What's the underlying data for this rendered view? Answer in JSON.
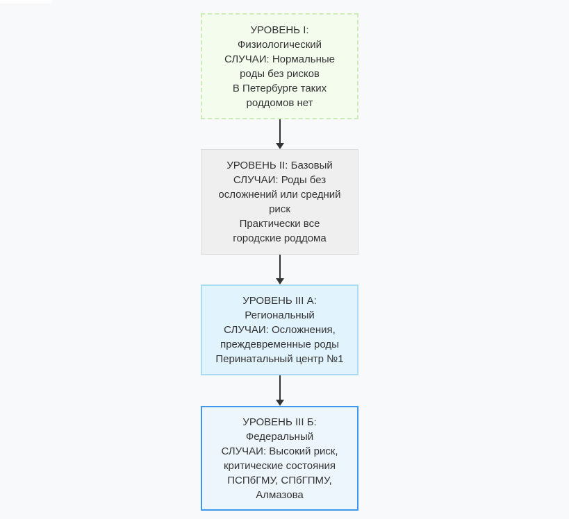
{
  "page": {
    "background_color": "#f8f9fb"
  },
  "diagram": {
    "type": "flowchart",
    "direction": "top-down",
    "text_color": "#333333",
    "arrow_color": "#333333",
    "nodes": [
      {
        "id": "level-1",
        "text": "УРОВЕНЬ I:\nФизиологический\nСЛУЧАИ: Нормальные\nроды без рисков\nВ Петербурге таких\nроддомов нет",
        "fill": "#f4fcee",
        "border_color": "#cdeab9",
        "border_style": "dashed",
        "border_width": "2px"
      },
      {
        "id": "level-2",
        "text": "УРОВЕНЬ II: Базовый\nСЛУЧАИ: Роды без\nосложнений или средний\nриск\nПрактически все\nгородские роддома",
        "fill": "#efefef",
        "border_color": "#dcdcdc",
        "border_style": "solid",
        "border_width": "1px"
      },
      {
        "id": "level-3a",
        "text": "УРОВЕНЬ III А:\nРегиональный\nСЛУЧАИ: Осложнения,\nпреждевременные роды\nПеринатальный центр №1",
        "fill": "#e1f3fc",
        "border_color": "#aadbf0",
        "border_style": "solid",
        "border_width": "2px"
      },
      {
        "id": "level-3b",
        "text": "УРОВЕНЬ III Б:\nФедеральный\nСЛУЧАИ: Высокий риск,\nкритические состояния\nПСПбГМУ, СПбГПМУ,\nАлмазова",
        "fill": "#eef6fd",
        "border_color": "#3e97e8",
        "border_style": "solid",
        "border_width": "2px"
      }
    ],
    "edges": [
      {
        "from": "level-1",
        "to": "level-2"
      },
      {
        "from": "level-2",
        "to": "level-3a"
      },
      {
        "from": "level-3a",
        "to": "level-3b"
      }
    ]
  }
}
